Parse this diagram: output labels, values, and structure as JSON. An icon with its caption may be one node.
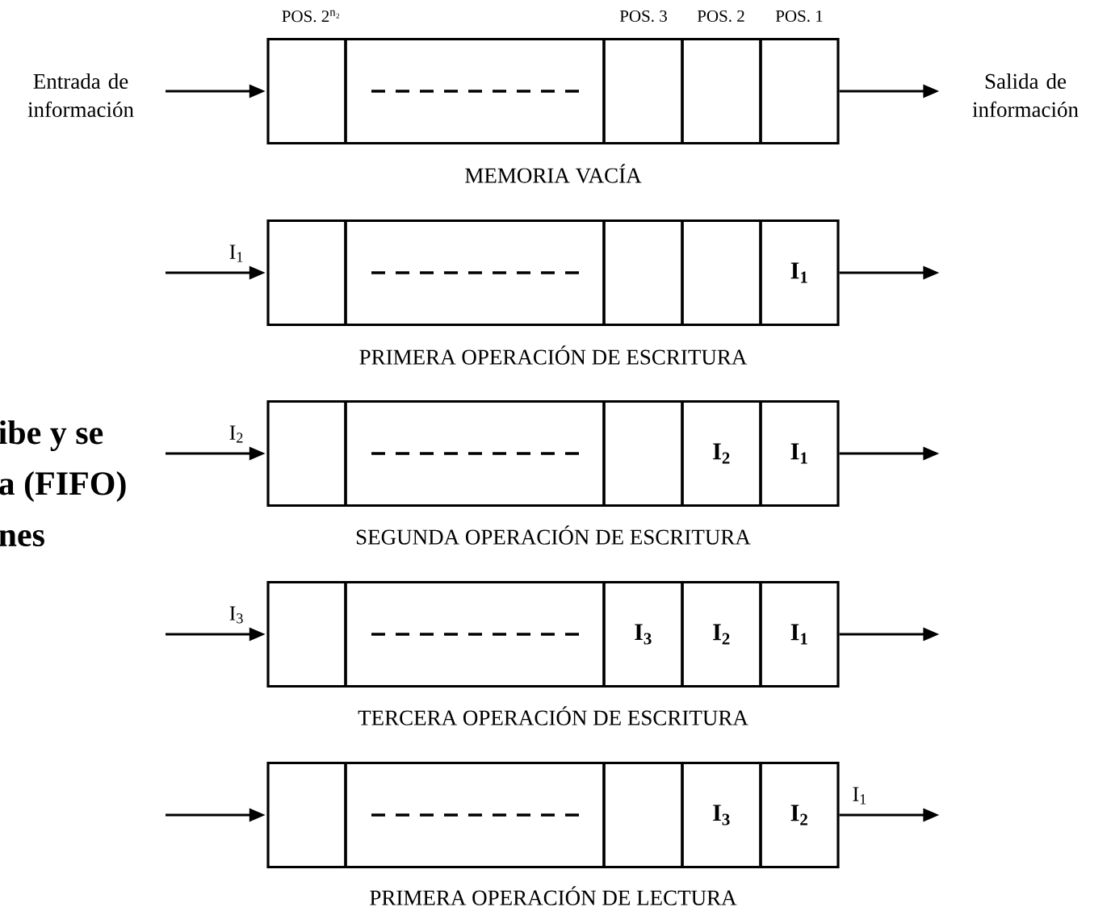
{
  "diagram": {
    "nodes": [
      {
        "text": [
          "Entrada de información"
        ]
      },
      {
        "text": [],
        "shape": "box"
      },
      {
        "text": [],
        "shape": "box"
      },
      {
        "text": [],
        "shape": "box"
      },
      {
        "text": [],
        "shape": "box"
      },
      {
        "text": [],
        "shape": "box"
      },
      {
        "text": [
          "Salida de información"
        ]
      },
      {
        "text": [],
        "shape": "box"
      },
      {
        "text": [],
        "shape": "box"
      },
      {
        "text": [],
        "shape": "box"
      },
      {
        "text": [],
        "shape": "box"
      },
      {
        "text": [
          "I$_{1}$"
        ]
      },
      {
        "text": [],
        "shape": "box"
      },
      {
        "text": [],
        "shape": "box"
      },
      {
        "text": [],
        "shape": "box"
      },
      {
        "text": [
          "I$_{2}$"
        ]
      },
      {
        "text": [
          "I$_{1}$"
        ]
      },
      {
        "text": [],
        "shape": "box"
      },
      {
        "text": [],
        "shape": "box"
      },
      {
        "text": [
          "I$_{3}$"
        ]
      },
      {
        "text": [
          "I$_{2}$"
        ]
      },
      {
        "text": [
          "I$_{1}$"
        ]
      },
      {
        "text": [],
        "shape": "box"
      },
      {
        "text": [],
        "shape": "box"
      },
      {
        "text": [],
        "shape": "box"
      },
      {
        "text": [
          "I$_{3}$"
        ]
      },
      {
        "text": [
          "I$_{2}$"
        ]
      }
    ],
    "edges": [
      {
        "from": 0,
        "to": 1,
        "arrow": "to"
      },
      {
        "from": 5,
        "to": 6,
        "arrow": "to"
      },
      {
        "from": null,
        "to": 7,
        "arrow": "to",
        "label": "I$_{1}$"
      },
      {
        "from": 11,
        "to": null,
        "arrow": "to"
      },
      {
        "from": null,
        "to": 12,
        "arrow": "to",
        "label": "I$_{2}$"
      },
      {
        "from": 16,
        "to": null,
        "arrow": "to"
      },
      {
        "from": null,
        "to": 17,
        "arrow": "to",
        "label": "I$_{3}$"
      },
      {
        "from": 21,
        "to": null,
        "arrow": "to"
      },
      {
        "from": null,
        "to": 22,
        "arrow": "to"
      },
      {
        "from": 26,
        "to": null,
        "arrow": "to",
        "label": "I$_{1}$"
      }
    ],
    "labels": [
      "POS. 2$^{n₂}$",
      "POS. 3",
      "POS. 2",
      "POS. 1",
      "MEMORIA VACÍA",
      "PRIMERA OPERACIÓN DE ESCRITURA",
      "ibe y se",
      "a (FIFO)",
      "nes",
      "SEGUNDA OPERACIÓN DE ESCRITURA",
      "TERCERA OPERACIÓN DE ESCRITURA",
      "PRIMERA OPERACIÓN DE LECTURA"
    ]
  }
}
